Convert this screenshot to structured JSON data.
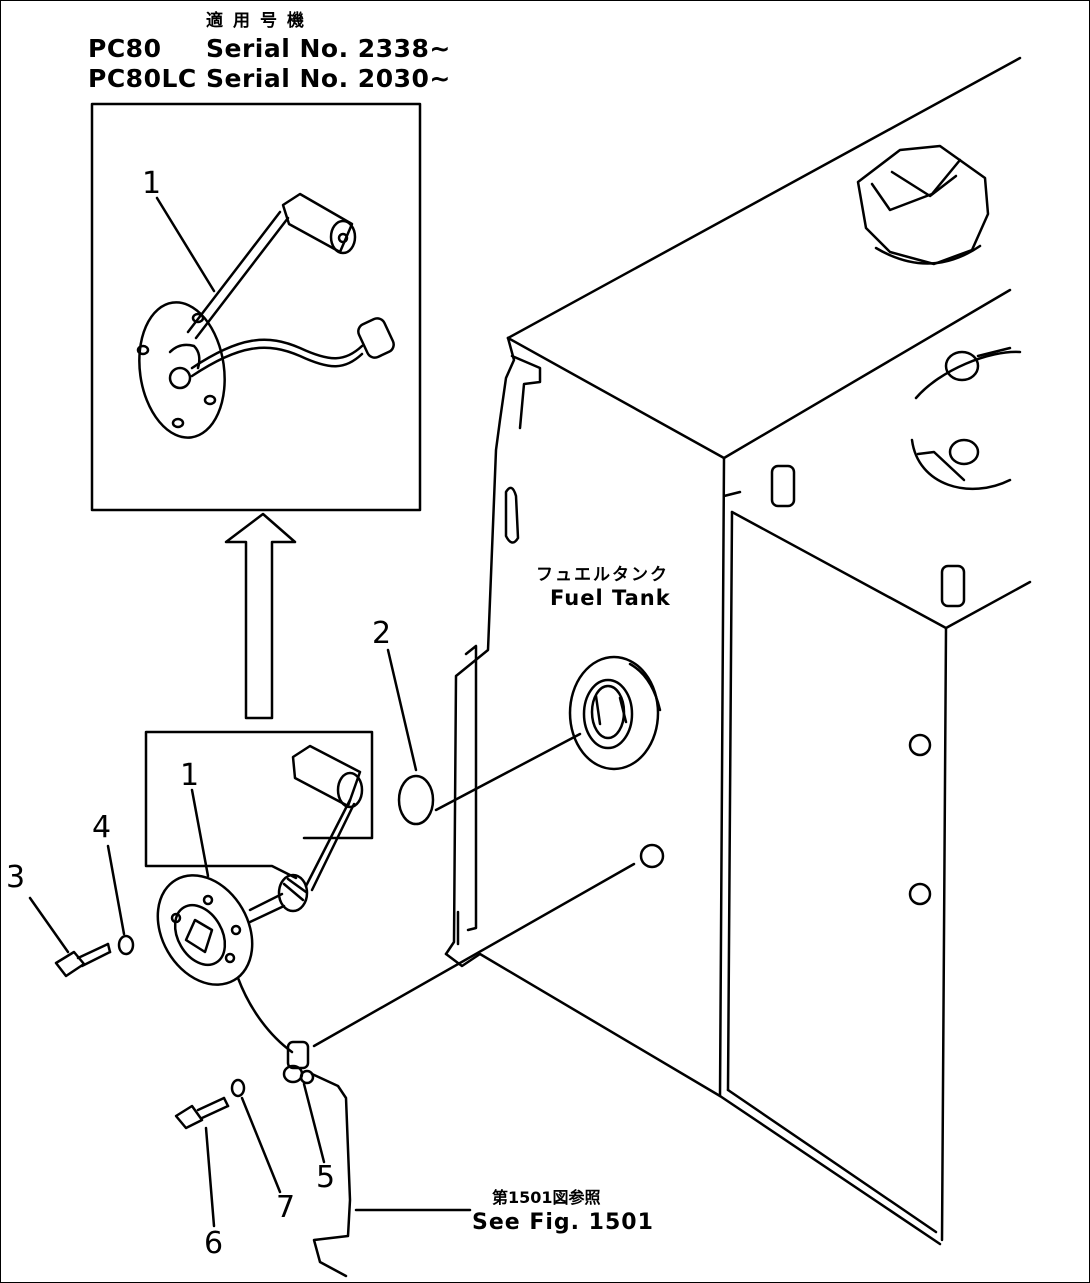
{
  "header": {
    "title_jp": "適用号機",
    "rows": [
      {
        "model": "PC80",
        "serial": "Serial No. 2338~"
      },
      {
        "model": "PC80LC",
        "serial": "Serial No. 2030~"
      }
    ]
  },
  "tank": {
    "label_jp": "フュエルタンク",
    "label_en": "Fuel Tank"
  },
  "callouts": {
    "c1_top": "1",
    "c1_bottom": "1",
    "c2": "2",
    "c3": "3",
    "c4": "4",
    "c5": "5",
    "c6": "6",
    "c7": "7"
  },
  "reference": {
    "label_jp": "第1501図参照",
    "label_en": "See Fig. 1501"
  }
}
